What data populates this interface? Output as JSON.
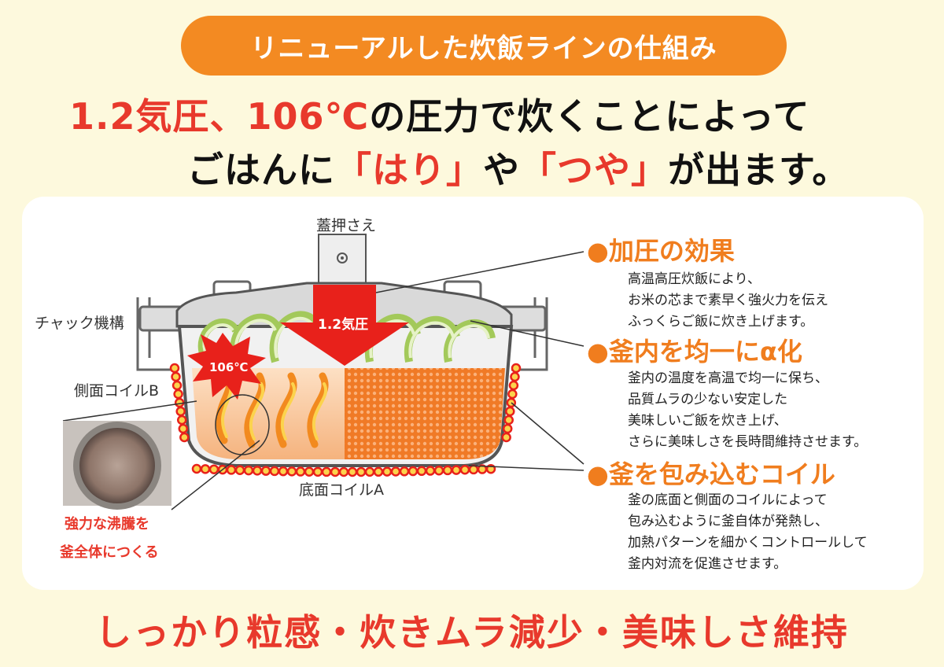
{
  "title": "リニューアルした炊飯ラインの仕組み",
  "headline": {
    "line1_red": "1.2気圧、106℃",
    "line1_black": "の圧力で炊くことによって",
    "line2_a": "ごはんに",
    "line2_red1": "「はり」",
    "line2_b": "や",
    "line2_red2": "「つや」",
    "line2_c": "が出ます。"
  },
  "diagram": {
    "label_lid_press": "蓋押さえ",
    "label_chuck": "チャック機構",
    "label_side_coil": "側面コイルB",
    "label_bottom_coil": "底面コイルA",
    "arrow_label": "1.2気圧",
    "burst_label": "106℃",
    "photo_caption_1": "強力な沸騰を",
    "photo_caption_2": "釜全体につくる"
  },
  "sections": [
    {
      "title": "●加圧の効果",
      "lines": [
        "高温高圧炊飯により、",
        "お米の芯まで素早く強火力を伝え",
        "ふっくらご飯に炊き上げます。"
      ]
    },
    {
      "title": "●釜内を均一にα化",
      "lines": [
        "釜内の温度を高温で均一に保ち、",
        "品質ムラの少ない安定した",
        "美味しいご飯を炊き上げ、",
        "さらに美味しさを長時間維持させます。"
      ]
    },
    {
      "title": "●釜を包み込むコイル",
      "lines": [
        "釜の底面と側面のコイルによって",
        "包み込むように釜自体が発熱し、",
        "加熱パターンを細かくコントロールして",
        "釜内対流を促進させます。"
      ]
    }
  ],
  "bottom_text": "しっかり粒感・炊きムラ減少・美味しさ維持",
  "colors": {
    "accent_orange": "#f38a22",
    "red": "#e8392c",
    "background": "#fdf9dd"
  }
}
